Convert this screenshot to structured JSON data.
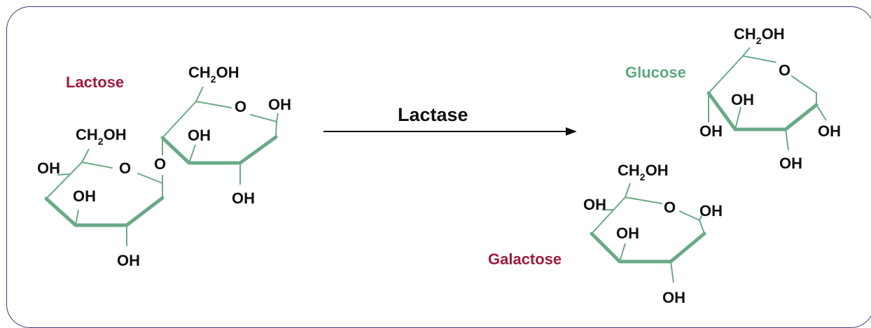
{
  "colors": {
    "lactose": "#9e1b3c",
    "glucose": "#5ea882",
    "galactose": "#9e1b3c",
    "bond": "#6aaa86",
    "frame": "#3b3a7a"
  },
  "labels": {
    "lactose": "Lactose",
    "enzyme": "Lactase",
    "glucose": "Glucose",
    "galactose": "Galactose"
  },
  "atoms": {
    "ch2": "CH",
    "sub2": "2",
    "oh_tail": "OH",
    "o": "O",
    "oh": "OH"
  }
}
